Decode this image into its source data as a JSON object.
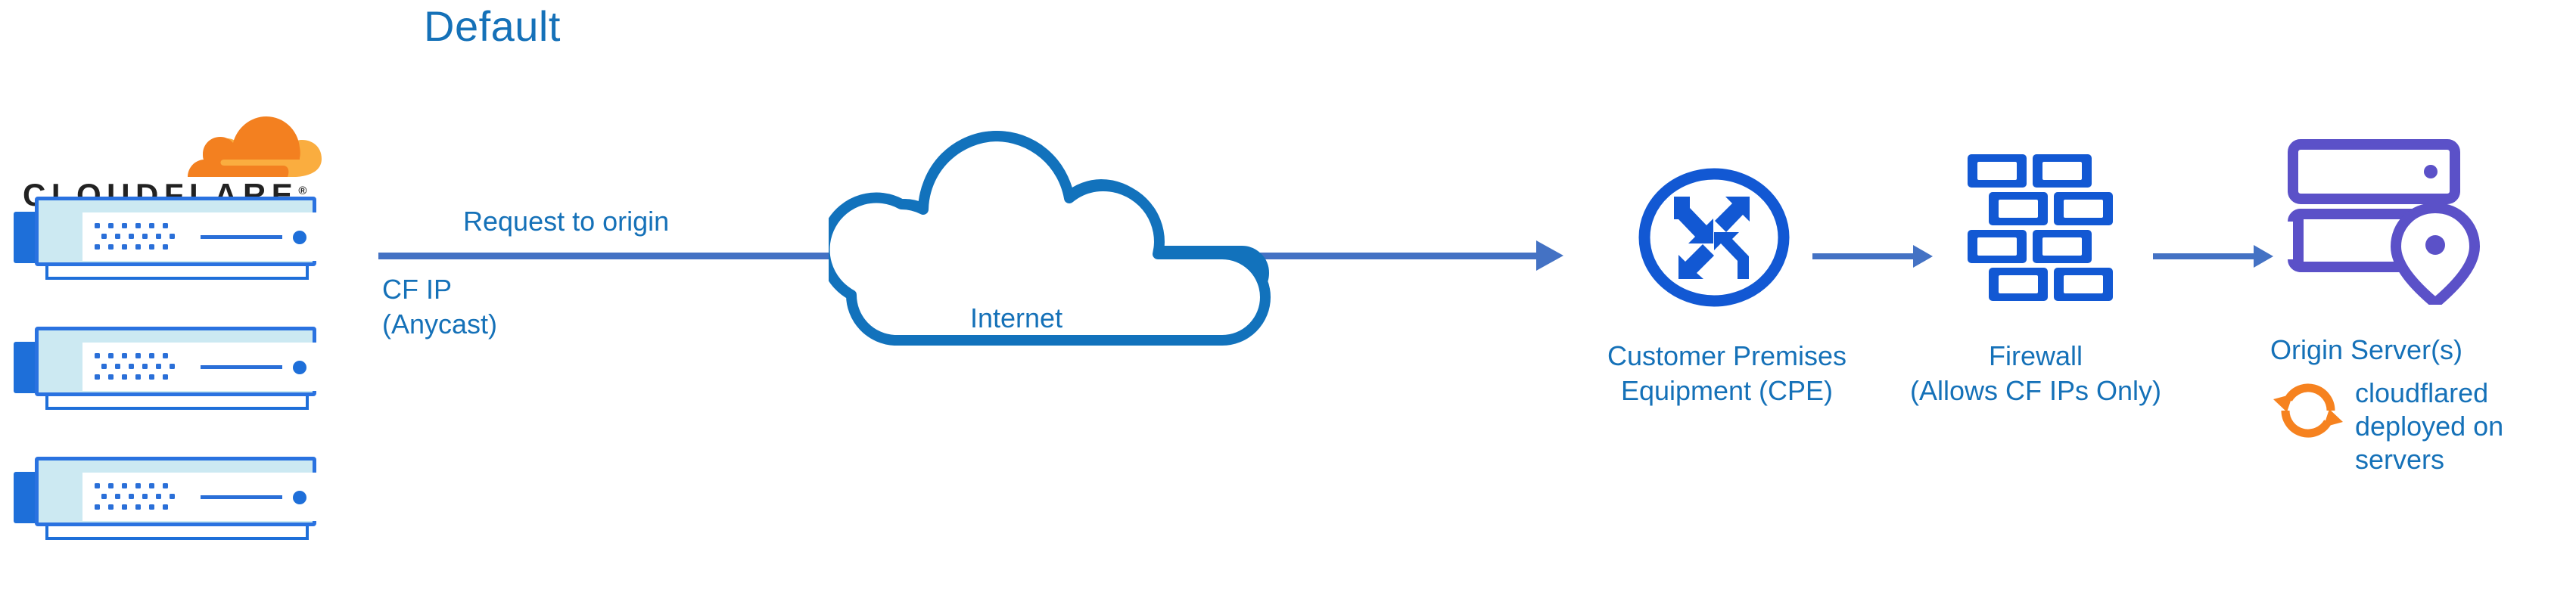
{
  "diagram": {
    "title": "Default",
    "type": "network-traffic-flow"
  },
  "brand": {
    "wordmark": "CLOUDFLARE",
    "registered_mark": "®",
    "logo_icon": "cloudflare-cloud-logo",
    "colors": {
      "orange_dark": "#f38020",
      "orange_light": "#faad3f",
      "wordmark": "#222222"
    }
  },
  "edge_servers": {
    "icon": "server-rack-icon",
    "count": 3,
    "colors": {
      "border": "#2a72e0",
      "inner": "#cce9f2",
      "tab": "#1e6fd9",
      "accent": "#2a6fd8"
    }
  },
  "flow": {
    "request_label": "Request to origin",
    "source_label_line1": "CF IP",
    "source_label_line2": "(Anycast)",
    "arrow_color": "#4472c4"
  },
  "nodes": [
    {
      "id": "internet",
      "label": "Internet",
      "icon": "cloud-icon",
      "color": "#1272bc"
    },
    {
      "id": "cpe",
      "label_line1": "Customer Premises",
      "label_line2": "Equipment (CPE)",
      "icon": "router-circle-arrows-icon",
      "color": "#1258d3"
    },
    {
      "id": "firewall",
      "label_line1": "Firewall",
      "label_line2": "(Allows CF IPs Only)",
      "icon": "brick-wall-icon",
      "color": "#1258d3"
    },
    {
      "id": "origin",
      "label": "Origin Server(s)",
      "icon": "server-with-location-pin-icon",
      "color": "#5b51c8"
    }
  ],
  "annotation": {
    "icon": "refresh-sync-icon",
    "icon_color": "#f6821f",
    "line1": "cloudflared",
    "line2": "deployed on",
    "line3": "servers"
  },
  "text_color": "#1571b8"
}
